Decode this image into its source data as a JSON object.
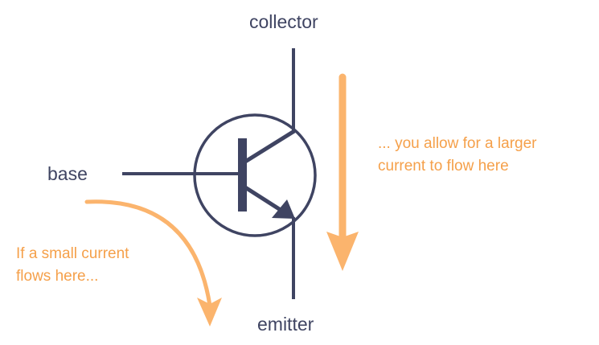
{
  "colors": {
    "symbol": "#3f4462",
    "arrow": "#fbb46d",
    "note_text": "#f5a04a"
  },
  "labels": {
    "collector": "collector",
    "base": "base",
    "emitter": "emitter"
  },
  "notes": {
    "base_current": [
      "If a small current",
      "flows here..."
    ],
    "collector_current": [
      "... you allow for a larger",
      "current to flow here"
    ]
  }
}
